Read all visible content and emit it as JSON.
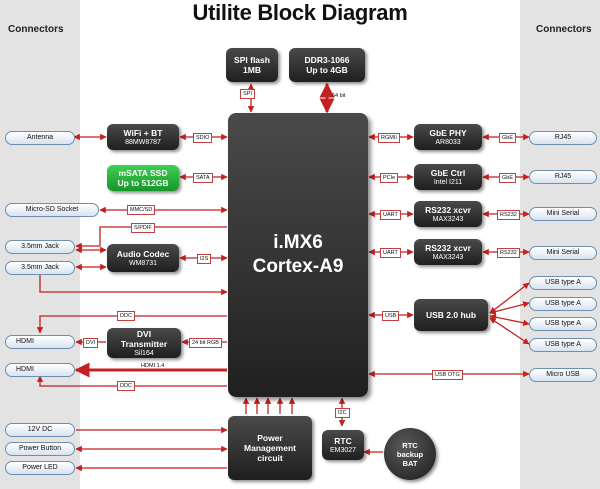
{
  "title": "Utilite Block Diagram",
  "columns": {
    "left": "Connectors",
    "right": "Connectors"
  },
  "cpu": {
    "line1": "i.MX6",
    "line2": "Cortex-A9"
  },
  "blocks": {
    "spi_flash": {
      "line1": "SPI flash",
      "line2": "1MB"
    },
    "ddr3": {
      "line1": "DDR3-1066",
      "line2": "Up to 4GB"
    },
    "wifi": {
      "line1": "WiFi + BT",
      "line2": "88MW8787"
    },
    "msata": {
      "line1": "mSATA SSD",
      "line2": "Up to 512GB"
    },
    "audio": {
      "line1": "Audio Codec",
      "line2": "WM8731"
    },
    "dvi": {
      "line1": "DVI",
      "line2": "Transmitter",
      "line3": "Sil164"
    },
    "gbe_phy": {
      "line1": "GbE PHY",
      "line2": "AR8033"
    },
    "gbe_ctrl": {
      "line1": "GbE Ctrl",
      "line2": "Intel I211"
    },
    "rs232_1": {
      "line1": "RS232 xcvr",
      "line2": "MAX3243"
    },
    "rs232_2": {
      "line1": "RS232 xcvr",
      "line2": "MAX3243"
    },
    "usb_hub": {
      "line1": "USB 2.0 hub"
    },
    "power": {
      "line1": "Power",
      "line2": "Management",
      "line3": "circuit"
    },
    "rtc": {
      "line1": "RTC",
      "line2": "EM3027"
    },
    "battery": {
      "line1": "RTC",
      "line2": "backup",
      "line3": "BAT"
    }
  },
  "left_connectors": {
    "antenna": "Antenna",
    "microsd": "Micro-SD Socket",
    "jack1": "3.5mm Jack",
    "jack2": "3.5mm Jack",
    "hdmi1": "HDMI",
    "hdmi2": "HDMI",
    "dc": "12V DC",
    "power_button": "Power Button",
    "power_led": "Power LED"
  },
  "right_connectors": {
    "rj45_1": "RJ45",
    "rj45_2": "RJ45",
    "serial1": "Mini Serial",
    "serial2": "Mini Serial",
    "usb1": "USB type A",
    "usb2": "USB type A",
    "usb3": "USB type A",
    "usb4": "USB type A",
    "micro_usb": "Micro USB"
  },
  "bus_labels": {
    "spi": "SPI",
    "ddr": "64 bit",
    "sdio": "SDIO",
    "sata": "SATA",
    "mmc": "MMC/SD",
    "spdif": "S/PDIF",
    "i2s": "I2S",
    "ddc1": "DDC",
    "rgb": "24 bit RGB",
    "dvi": "DVI",
    "hdmi14": "HDMI 1.4",
    "ddc2": "DDC",
    "rgmii": "RGMII",
    "pcie": "PCIe",
    "gbe1": "GbE",
    "gbe2": "GbE",
    "uart1": "UART",
    "uart2": "UART",
    "rs232_1": "RS232",
    "rs232_2": "RS232",
    "usb": "USB",
    "usb_otg": "USB OTG",
    "i2c": "I2C"
  }
}
